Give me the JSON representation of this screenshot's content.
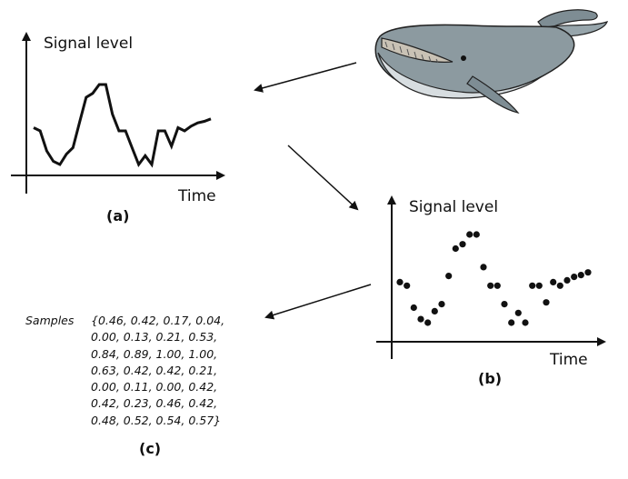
{
  "panel_a": {
    "ylabel": "Signal level",
    "xlabel": "Time",
    "caption": "(a)"
  },
  "panel_b": {
    "ylabel": "Signal level",
    "xlabel": "Time",
    "caption": "(b)"
  },
  "panel_c": {
    "label": "Samples",
    "lines": [
      "{0.46, 0.42, 0.17, 0.04,",
      "0.00, 0.13, 0.21, 0.53,",
      "0.84, 0.89, 1.00, 1.00,",
      "0.63, 0.42, 0.42, 0.21,",
      "0.00, 0.11, 0.00, 0.42,",
      "0.42, 0.23, 0.46, 0.42,",
      "0.48, 0.52, 0.54, 0.57}"
    ],
    "caption": "(c)"
  },
  "chart_data": {
    "type": "line",
    "samples": [
      0.46,
      0.42,
      0.17,
      0.04,
      0.0,
      0.13,
      0.21,
      0.53,
      0.84,
      0.89,
      1.0,
      1.0,
      0.63,
      0.42,
      0.42,
      0.21,
      0.0,
      0.11,
      0.0,
      0.42,
      0.42,
      0.23,
      0.46,
      0.42,
      0.48,
      0.52,
      0.54,
      0.57
    ]
  },
  "colors": {
    "ink": "#111111",
    "whale_body": "#8c9aa0",
    "whale_belly": "#d7dde0"
  }
}
